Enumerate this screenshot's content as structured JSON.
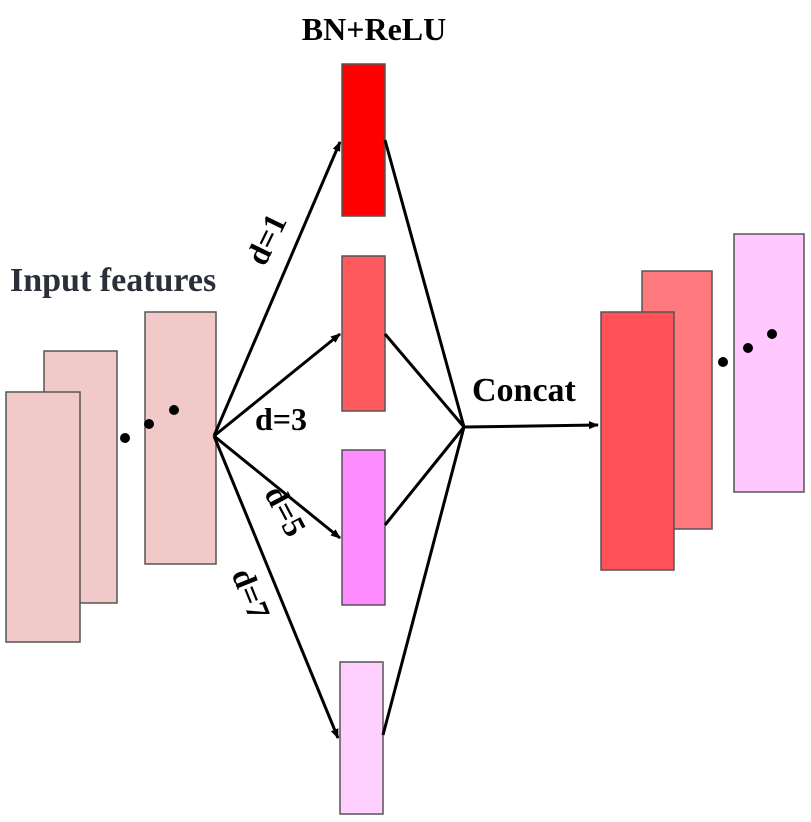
{
  "labels": {
    "top": "BN+ReLU",
    "input": "Input features",
    "concat": "Concat",
    "d1": "d=1",
    "d3": "d=3",
    "d5": "d=5",
    "d7": "d=7"
  },
  "colors": {
    "input_block": "#f2c9c9",
    "input_border": "#555555",
    "branch_d1": "#ff0000",
    "branch_d3": "#ff5a5e",
    "branch_d5": "#ff8cff",
    "branch_d7": "#ffcfff",
    "out_front": "#ff5157",
    "out_middle": "#ff7a7e",
    "out_back": "#ffc8ff",
    "line": "#000000",
    "label_dark": "#2b2f3a"
  }
}
